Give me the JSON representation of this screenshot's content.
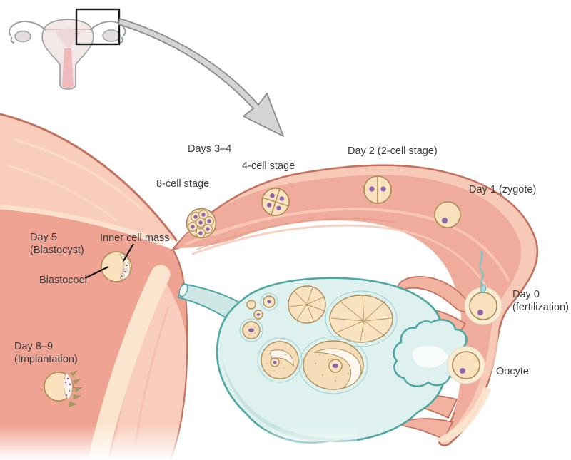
{
  "labels": {
    "days34": "Days 3–4",
    "fourCell": "4-cell stage",
    "day2": "Day 2 (2-cell stage)",
    "eightCell": "8-cell stage",
    "day1": "Day 1 (zygote)",
    "day5_line1": "Day 5",
    "day5_line2": "(Blastocyst)",
    "innerCellMass": "Inner cell mass",
    "blastocoel": "Blastocoel",
    "day89_line1": "Day 8–9",
    "day89_line2": "(Implantation)",
    "day0_line1": "Day 0",
    "day0_line2": "(fertilization)",
    "oocyte": "Oocyte"
  },
  "colors": {
    "tubeWall": "#f7c9b7",
    "tubeEdge": "#c4725f",
    "lumen": "#efab9b",
    "lumenStreak": "#f8c8b6",
    "wedge": "#f8cdbc",
    "uterusCavity": "#efa392",
    "uterusWallLight": "#f9cdbd",
    "endometrium": "#fbe5cf",
    "cellFill": "#f9e2bd",
    "cellStroke": "#ab8a55",
    "nucleus": "#8a65ad",
    "zonaHalo": "#f7ecd5",
    "ovaryFill": "#def1ee",
    "ovaryStroke": "#4ea7a3",
    "ovaryShade": "#c6e3df",
    "follicleFill": "#f9e2c0",
    "follicleSpeckle": "#f6ddba",
    "sperm": "#7cc5c5",
    "villi": "#a39a66",
    "arrowFill": "#d2d4d5",
    "arrowStroke": "#898b8e",
    "insetFill": "#f3e8e8",
    "insetStroke": "#9b9ea1",
    "insetCavity": "#eed7d9",
    "insetCanal": "#f0babd",
    "insetOvary": "#e3dcdc",
    "text": "#3c3c3c",
    "pointer": "#111111"
  }
}
